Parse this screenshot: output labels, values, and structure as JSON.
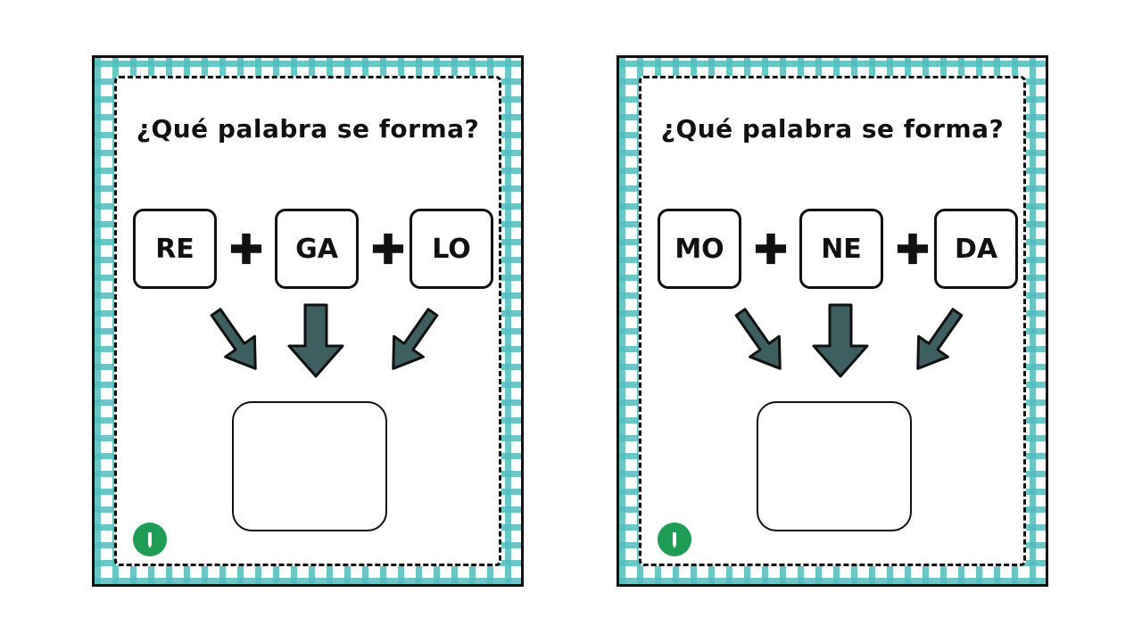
{
  "cards": [
    {
      "title": "¿Qué palabra se forma?",
      "syllables": [
        "RE",
        "GA",
        "LO"
      ],
      "answer": ""
    },
    {
      "title": "¿Qué palabra se forma?",
      "syllables": [
        "MO",
        "NE",
        "DA"
      ],
      "answer": ""
    }
  ],
  "colors": {
    "gingham": "#52bcbe",
    "arrow_fill": "#3e5f60",
    "outline": "#111111",
    "logo": "#1f9d55"
  },
  "icons": [
    "plus-icon",
    "arrow-down-right-icon",
    "arrow-down-icon",
    "arrow-down-left-icon",
    "pencil-logo-icon"
  ]
}
